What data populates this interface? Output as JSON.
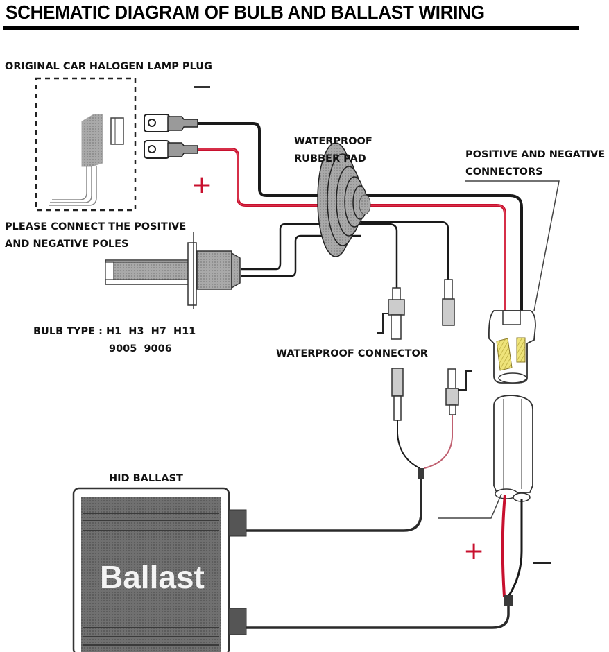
{
  "title": "SCHEMATIC DIAGRAM OF BULB AND BALLAST WIRING",
  "labels": {
    "halogen_plug": "ORIGINAL CAR HALOGEN LAMP PLUG",
    "rubber_pad_line1": "WATERPROOF",
    "rubber_pad_line2": "RUBBER PAD",
    "pn_connectors_line1": "POSITIVE AND NEGATIVE",
    "pn_connectors_line2": "CONNECTORS",
    "connect_poles_line1": "PLEASE CONNECT THE POSITIVE",
    "connect_poles_line2": "AND NEGATIVE POLES",
    "bulb_type_line1": "BULB TYPE : H1  H3  H7  H11",
    "bulb_type_line2": "9005  9006",
    "waterproof_connector": "WATERPROOF CONNECTOR",
    "hid_ballast": "HID BALLAST",
    "ballast_text": "Ballast"
  },
  "polarity": {
    "plus": "+",
    "minus": "—"
  },
  "colors": {
    "positive_wire": "#c8102e",
    "negative_wire": "#1a1a1a",
    "component_gray": "#8a8a8a",
    "connector_yellow": "#e6dc5a",
    "ballast_body": "#6b6b6b"
  }
}
